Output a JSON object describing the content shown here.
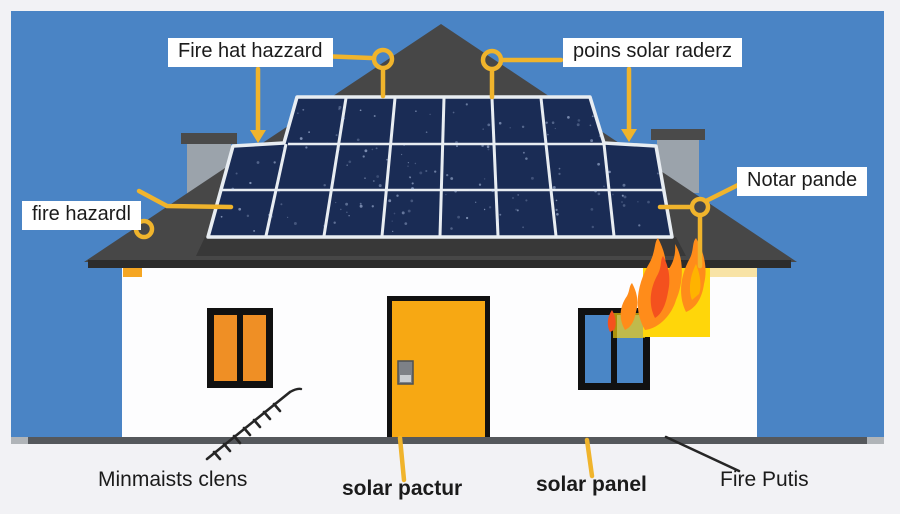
{
  "labels": {
    "fire_hat_hazzard": "Fire hat hazzard",
    "poins_solar_raderz": "poins solar raderz",
    "notar_pande": "Notar pande",
    "fire_hazardl": "fire hazardl",
    "minmaists_clens": "Minmaists clens",
    "solar_pactur": "solar pactur",
    "solar_panel": "solar panel",
    "fire_putis": "Fire Putis"
  },
  "colors": {
    "background": "#f2f2f5",
    "sky": "#4a84c5",
    "roof": "#474747",
    "roof_eave": "#2c2c2c",
    "roof_shadow": "#383838",
    "chimney_body": "#9ba3ab",
    "chimney_cap": "#4a4a4a",
    "panel": "#1a2c55",
    "panel_grid": "#edf1f5",
    "wall": "#fdfdfe",
    "door": "#f7a813",
    "door_frame": "#111111",
    "door_handle": "#7d8187",
    "door_handle_light": "#c9cdd1",
    "window_frame": "#111111",
    "window_orange": "#ef8f25",
    "window_blue": "#4a86c6",
    "flame_yellow": "#ffd60a",
    "flame_orange": "#ff8c1a",
    "flame_red": "#f4511e",
    "flame_light": "#ffb300",
    "eave_trim": "#f5a623",
    "eave_trim_pale": "#f8e3a6",
    "foundation": "#55585c",
    "foundation_cap": "#b0b4b8",
    "leader_yellow": "#f0b42c",
    "leader_dark": "#262626"
  }
}
